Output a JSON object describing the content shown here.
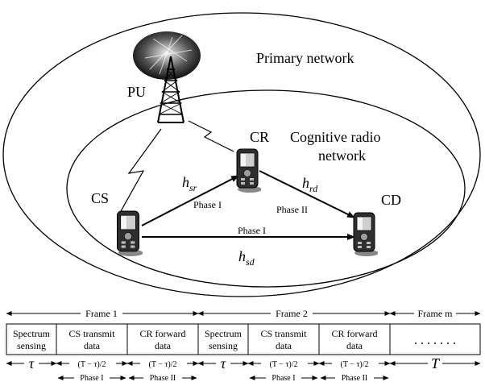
{
  "network": {
    "primary_label": "Primary network",
    "cognitive_label_1": "Cognitive radio",
    "cognitive_label_2": "network"
  },
  "nodes": {
    "pu": "PU",
    "cs": "CS",
    "cr": "CR",
    "cd": "CD"
  },
  "channels": {
    "hsr_main": "h",
    "hsr_sub": "sr",
    "hrd_main": "h",
    "hrd_sub": "rd",
    "hsd_main": "h",
    "hsd_sub": "sd"
  },
  "phases": {
    "cs_to_cr": "Phase I",
    "cr_to_cd": "Phase II",
    "cs_to_cd": "Phase I"
  },
  "timeline": {
    "frames": [
      "Frame 1",
      "Frame 2",
      "Frame m"
    ],
    "cells": [
      [
        "Spectrum",
        "sensing"
      ],
      [
        "CS transmit",
        "data"
      ],
      [
        "CR forward",
        "data"
      ],
      [
        "Spectrum",
        "sensing"
      ],
      [
        "CS transmit",
        "data"
      ],
      [
        "CR forward",
        "data"
      ]
    ],
    "ellipsis": ". . . . . . .",
    "tau": "τ",
    "half_interval": "(T − τ)/2",
    "phase_1": "Phase I",
    "phase_2": "Phase II",
    "total": "T"
  }
}
